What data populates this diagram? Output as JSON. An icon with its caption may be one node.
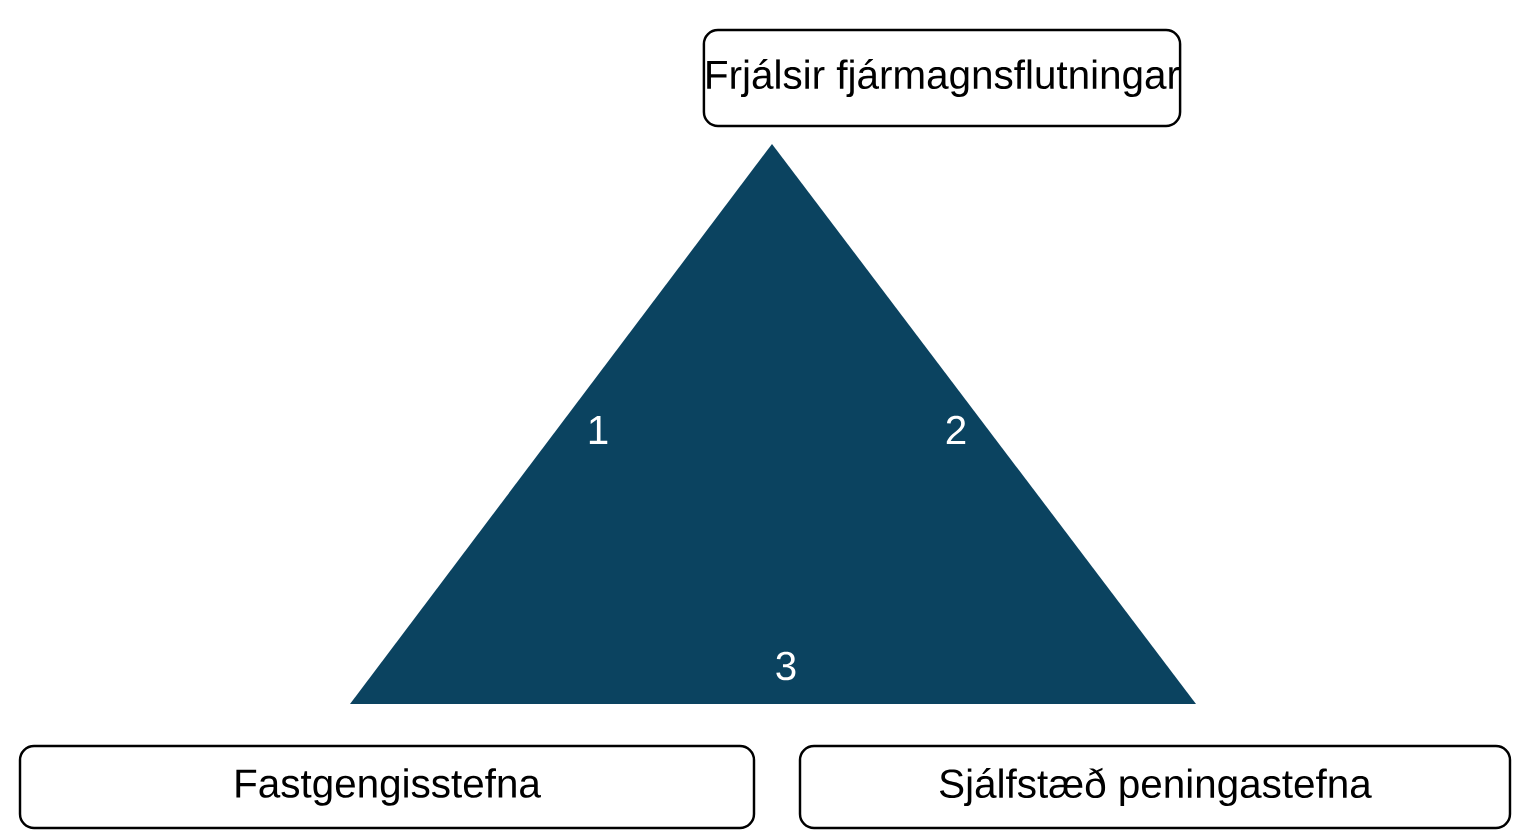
{
  "diagram": {
    "nodes": [
      {
        "text": [
          "Frjálsir fjármagnsflutningar"
        ]
      },
      {
        "text": [
          "1",
          "2",
          "3"
        ]
      },
      {
        "text": [
          "Fastgengisstefna"
        ]
      },
      {
        "text": [
          "Sjálfstæð peningastefna"
        ]
      }
    ]
  }
}
